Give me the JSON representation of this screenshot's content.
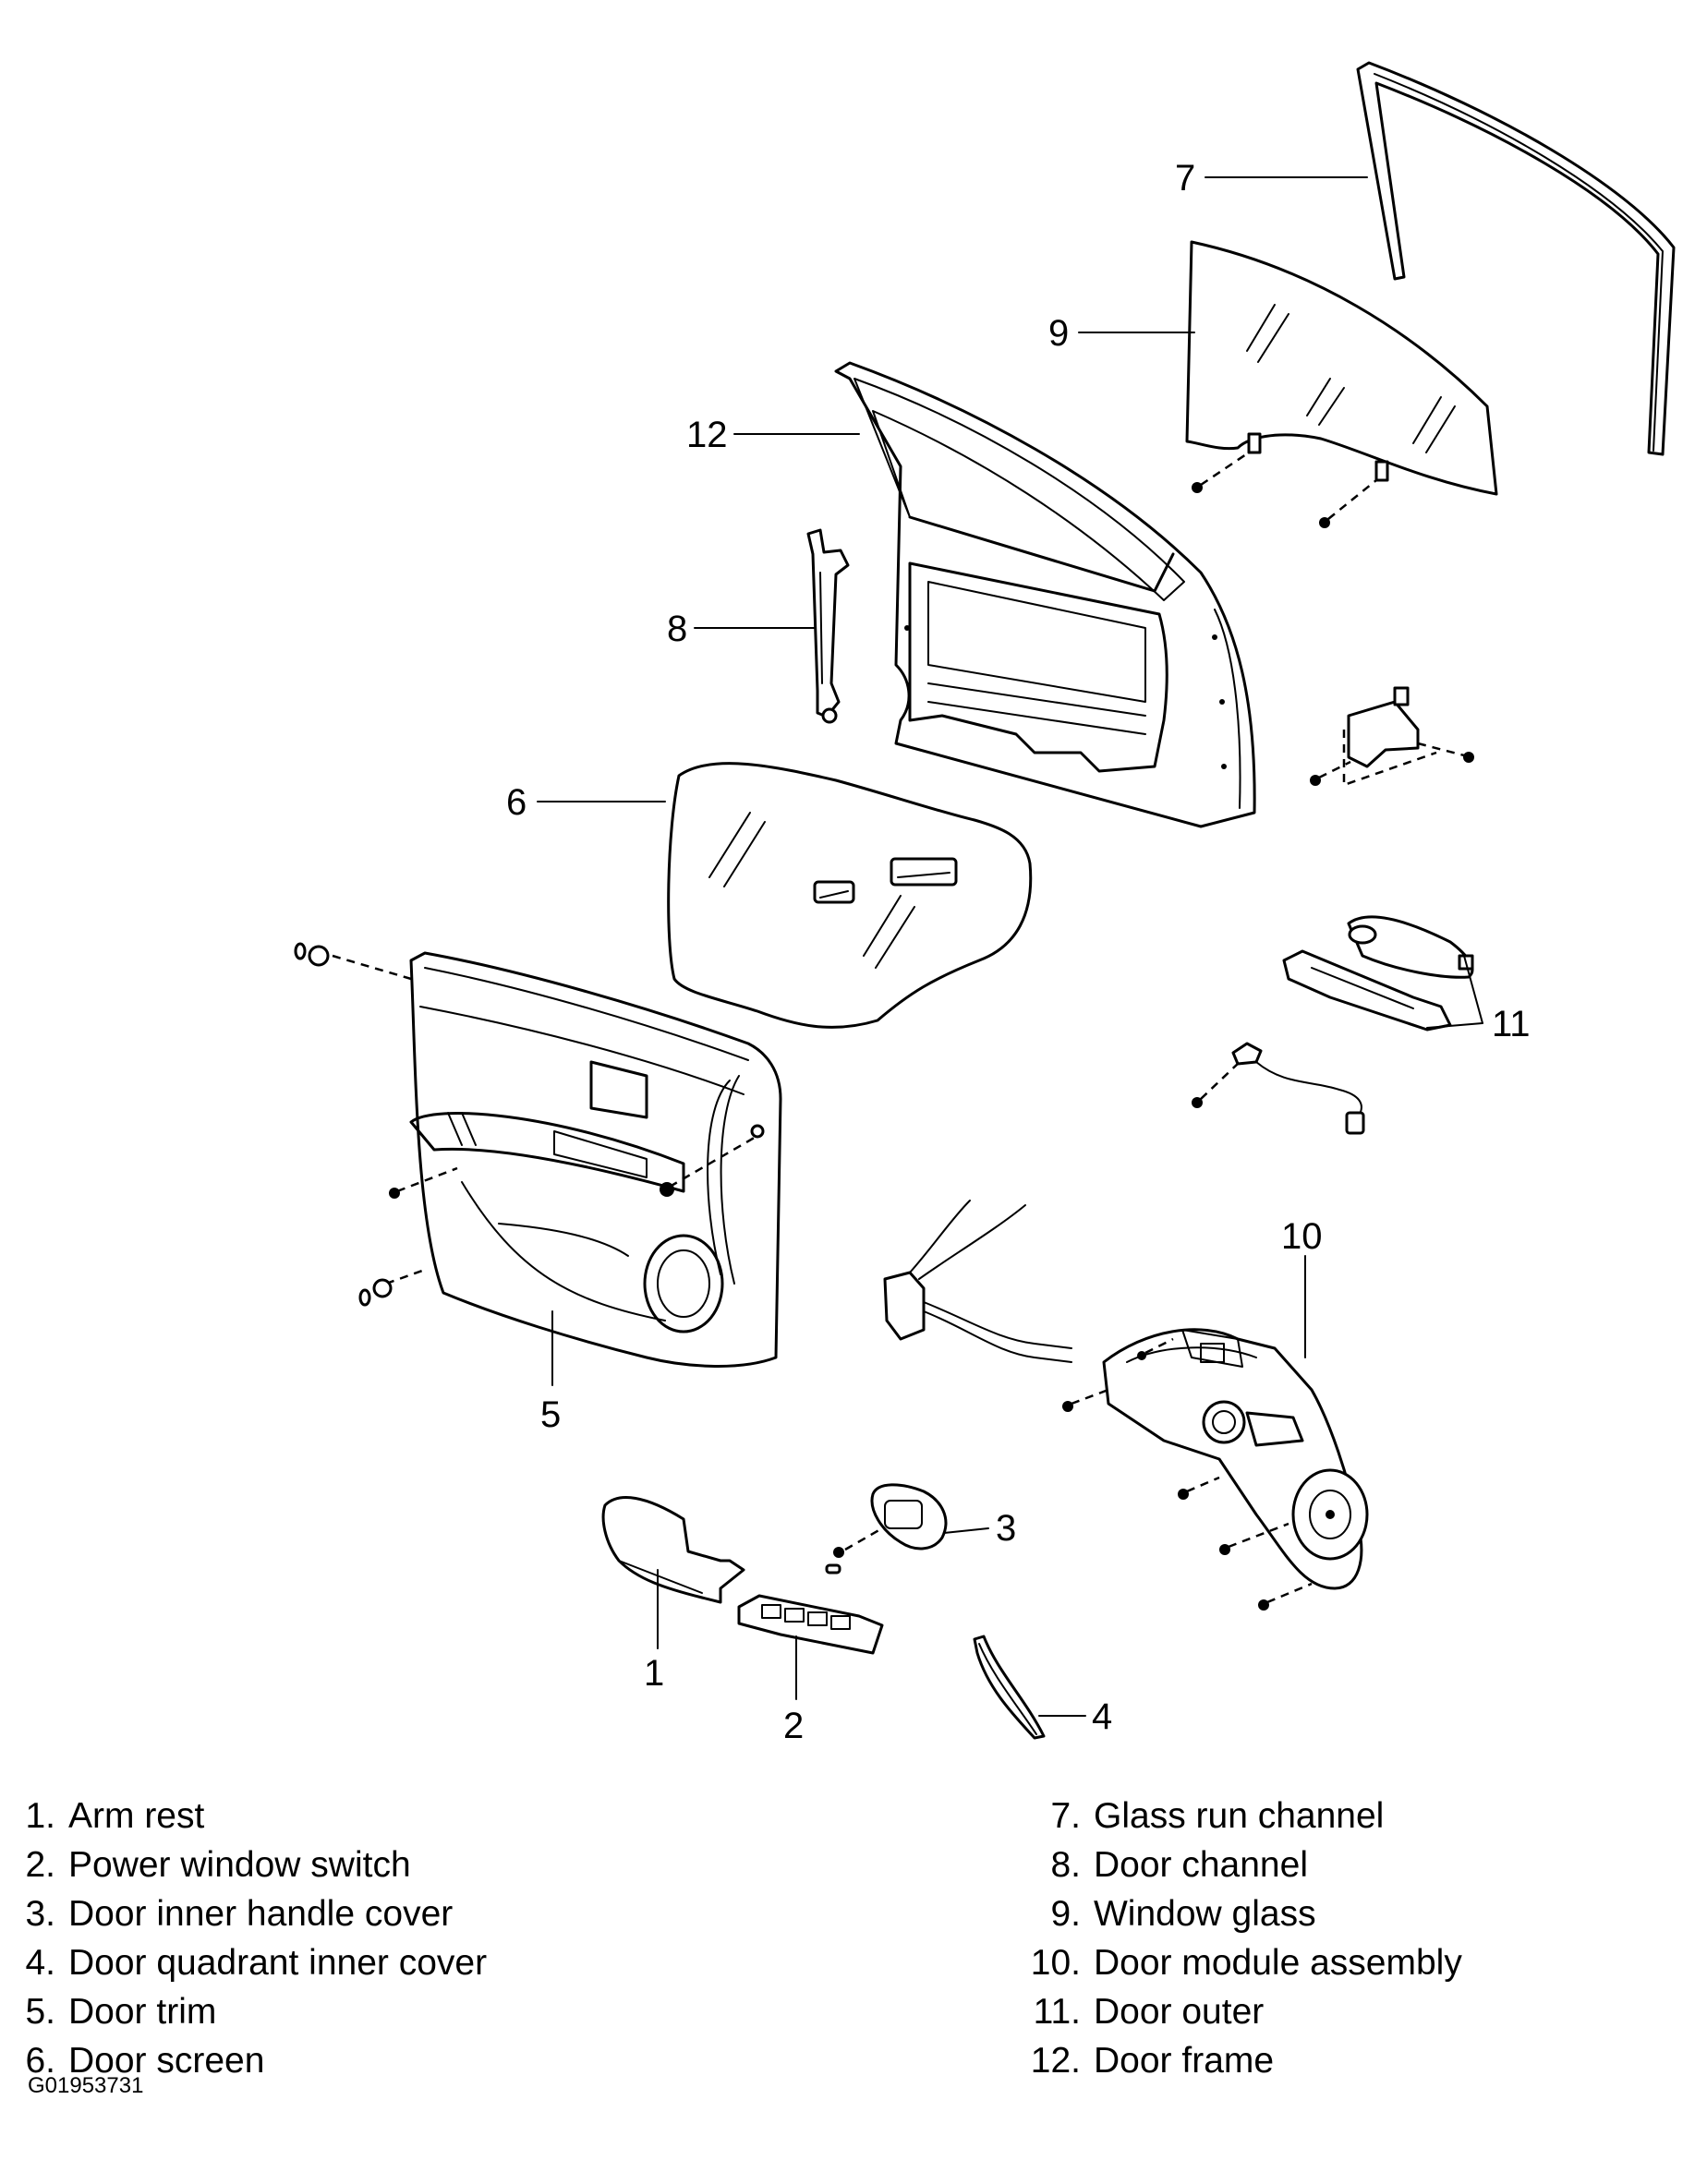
{
  "callouts": {
    "c1": "1",
    "c2": "2",
    "c3": "3",
    "c4": "4",
    "c5": "5",
    "c6": "6",
    "c7": "7",
    "c8": "8",
    "c9": "9",
    "c10": "10",
    "c11": "11",
    "c12": "12"
  },
  "legend": {
    "left": [
      {
        "num": "1.",
        "label": "Arm rest"
      },
      {
        "num": "2.",
        "label": "Power window switch"
      },
      {
        "num": "3.",
        "label": "Door inner handle cover"
      },
      {
        "num": "4.",
        "label": "Door quadrant inner cover"
      },
      {
        "num": "5.",
        "label": "Door trim"
      },
      {
        "num": "6.",
        "label": "Door screen"
      }
    ],
    "right": [
      {
        "num": "7.",
        "label": "Glass run channel"
      },
      {
        "num": "8.",
        "label": "Door channel"
      },
      {
        "num": "9.",
        "label": "Window glass"
      },
      {
        "num": "10.",
        "label": "Door module assembly"
      },
      {
        "num": "11.",
        "label": "Door outer"
      },
      {
        "num": "12.",
        "label": "Door frame"
      }
    ]
  },
  "figure_id": "G01953731"
}
